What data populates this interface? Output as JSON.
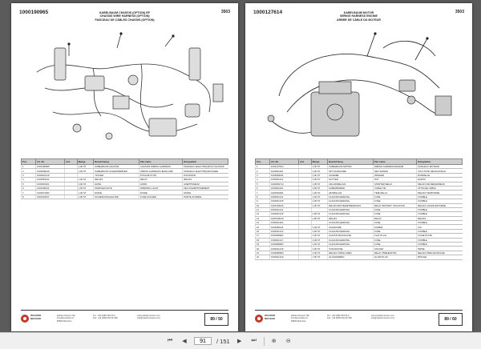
{
  "left_page": {
    "number": "1000190965",
    "code": "3503",
    "title_lines": [
      "KABELBAUM CHASSIS (OPTION) EP",
      "CHASSIS WIRE HARNESS (OPTION)",
      "FAISCEAU DE CÂBLES CHASSIS (OPTION)"
    ],
    "table_headers": [
      "Pos.",
      "Art.-Nr.",
      "Anz.",
      "Menge",
      "Bezeichnung",
      "Part name",
      "Désignation"
    ],
    "rows": [
      [
        "1",
        "1000190965",
        "",
        "1,00 ST",
        "KABELBAUM CHASSIS",
        "CHASSIS WIRING HARNESS",
        "FAISCEAU ELECTRIQUE DU CHASSIS"
      ],
      [
        "2",
        "1000099129",
        "",
        "1,00 ST",
        "KABELBAUM SCHEINWERFER",
        "WIRING HARNESS HEADLAMP",
        "FAISCEAU ELECTRIQUE PHARE"
      ],
      [
        "3",
        "1000012119",
        "",
        "",
        "TASTER",
        "PUSH BUTTON",
        "POUSSOIR"
      ],
      [
        "4",
        "1000051141",
        "",
        "1,00 ST",
        "RELAIS",
        "RELAY",
        "RELAIS"
      ],
      [
        "5",
        "1000011001",
        "",
        "2,00 ST",
        "HUPE",
        "HORN",
        "AVERTISSEUR"
      ],
      [
        "6",
        "1000190121",
        "",
        "1,00 ST",
        "WARNLEUCHTE",
        "WARNING LIGHT",
        "FEU D'AVERTISSEMENT"
      ],
      [
        "7",
        "1000073033",
        "",
        "1,00 ST",
        "DIODE",
        "DIODE",
        "DIODE"
      ],
      [
        "8",
        "1000116437",
        "",
        "1,00 ST",
        "SICHERUNGSHALTER",
        "FUSE HOLDER",
        "PORTE-FUSIBLE"
      ]
    ],
    "footer_brand": [
      "WACKER",
      "NEUSON"
    ],
    "footer_col1": [
      "Wacker Neuson SE",
      "Preußenstraße 41",
      "80809 München"
    ],
    "footer_col2": [
      "Tel.: +49 (0)89 354 02-0",
      "Fax: +49 (0)89 354 02-390"
    ],
    "footer_col3": [
      "www.wackerneuson.com",
      "info@wackerneuson.com"
    ],
    "pager": "89 / 50"
  },
  "right_page": {
    "number": "1000127614",
    "code": "3503",
    "title_lines": [
      "KABELBAUM MOTOR",
      "WIRING HARNESS ENGINE",
      "ARBRE DE CÂBLE DU MOTEUR"
    ],
    "table_headers": [
      "Pos.",
      "Art.-Nr.",
      "Anz.",
      "Menge",
      "Bezeichnung",
      "Part name",
      "Désignation"
    ],
    "rows": [
      [
        "1",
        "1000127614",
        "",
        "1,00 ST",
        "KABELBAUM MOTOR",
        "WIRING HARNESS ENGINE",
        "FAISCEAU MOTEUR"
      ],
      [
        "2",
        "1000011119",
        "",
        "1,00 ST",
        "6KT-SCHRAUBE",
        "HEX SCREW",
        "VIS A TETE HEXAGONALE"
      ],
      [
        "3",
        "1000083431",
        "",
        "1,00 ST",
        "SCHEIBE",
        "WASHER",
        "RONDELLE"
      ],
      [
        "4",
        "1000011211",
        "",
        "1,00 ST",
        "MUTTER",
        "NUT",
        "ECROU"
      ],
      [
        "5",
        "1000081714",
        "",
        "1,00 ST",
        "ANLASSRELAIS",
        "STARTER RELAY",
        "RELAIS DE DEMARREUR"
      ],
      [
        "6",
        "1000011161",
        "",
        "1,00 ST",
        "KABELBINDER",
        "CABLE TIE",
        "ATTACHE CABLE"
      ],
      [
        "7",
        "1000091001",
        "",
        "1,00 ST",
        "ZEITRELAIS",
        "TIME RELAY",
        "RELAIS TEMPORISE"
      ],
      [
        "8",
        "1000011214",
        "",
        "1,00 ST",
        "FLACHSICHERUNG",
        "FUSE",
        "FUSIBLE"
      ],
      [
        "9",
        "1000011215",
        "",
        "1,00 ST",
        "FLACHSICHERUNG",
        "FUSE",
        "FUSIBLE"
      ],
      [
        "10",
        "1000133416",
        "",
        "1,00 ST",
        "RELAIS BATTERIETRENNUNG",
        "RELAY BATTERY ISOLATION",
        "RELAIS COUPE BATTERIE"
      ],
      [
        "11",
        "1000011211",
        "",
        "",
        "FLACHSICHERUNG",
        "FUSE",
        "FUSIBLE"
      ],
      [
        "12",
        "1000011216",
        "",
        "1,00 ST",
        "FLACHSICHERUNG",
        "FUSE",
        "FUSIBLE"
      ],
      [
        "13",
        "1000133419",
        "",
        "1,00 ST",
        "RELAIS",
        "RELAY",
        "RELAIS"
      ],
      [
        "14",
        "1000011201",
        "",
        "",
        "FLACHSICHERUNG",
        "FUSE",
        "FUSIBLE"
      ],
      [
        "15",
        "1000082211",
        "",
        "1,00 ST",
        "SCHRAUBE",
        "SCREW",
        "VIS"
      ],
      [
        "16",
        "1000011213",
        "",
        "1,00 ST",
        "FLACHSICHERUNG",
        "FUSE",
        "FUSIBLE"
      ],
      [
        "17",
        "1000082901",
        "",
        "1,00 ST",
        "FLACHSTECKHULSE",
        "FLAT PLUG",
        "FICHE PLATE"
      ],
      [
        "18",
        "1000011217",
        "",
        "1,00 ST",
        "FLACHSICHERUNG",
        "FUSE",
        "FUSIBLE"
      ],
      [
        "19",
        "1000082903",
        "",
        "1,00 ST",
        "FLACHSICHERUNG",
        "FUSE",
        "FUSIBLE"
      ],
      [
        "20",
        "1000011218",
        "",
        "1,00 ST",
        "STECKDOSE",
        "SOCKET",
        "PRISE"
      ],
      [
        "21",
        "1000082904",
        "",
        "1,00 ST",
        "RELAIS VORGLÜHEN",
        "RELAY PREHEATING",
        "RELAIS PRECHAUFFAGE"
      ],
      [
        "22",
        "1000011219",
        "",
        "1,00 ST",
        "GLÜHKERZEN",
        "GLOW PLUG",
        "BOUGIE"
      ]
    ],
    "footer_brand": [
      "WACKER",
      "NEUSON"
    ],
    "footer_col1": [
      "Wacker Neuson SE",
      "Preußenstraße 41",
      "80809 München"
    ],
    "footer_col2": [
      "Tel.: +49 (0)89 354 02-0",
      "Fax: +49 (0)89 354 02-390"
    ],
    "footer_col3": [
      "www.wackerneuson.com",
      "info@wackerneuson.com"
    ],
    "pager": "89 / 60"
  },
  "toolbar": {
    "current_page": "91",
    "page_total": "/ 151",
    "first_icon": "first-page-icon",
    "prev_icon": "prev-page-icon",
    "next_icon": "next-page-icon",
    "last_icon": "last-page-icon"
  }
}
